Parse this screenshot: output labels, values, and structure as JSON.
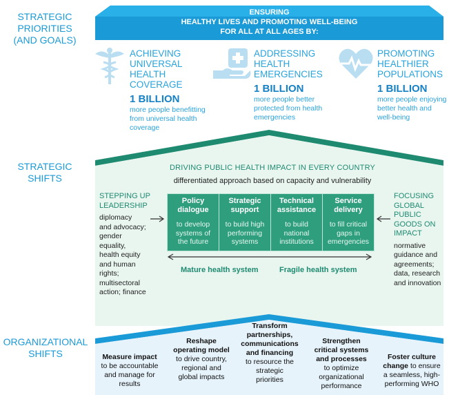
{
  "labels": {
    "priorities": [
      "STRATEGIC",
      "PRIORITIES",
      "(AND GOALS)"
    ],
    "shifts": [
      "STRATEGIC",
      "SHIFTS"
    ],
    "organizational": [
      "ORGANIZATIONAL",
      "SHIFTS"
    ]
  },
  "banner": {
    "line1": "ENSURING",
    "line2": "HEALTHY LIVES AND PROMOTING WELL-BEING",
    "line3": "FOR ALL AT ALL AGES BY:"
  },
  "priorities": [
    {
      "icon": "caduceus-icon",
      "title": [
        "ACHIEVING",
        "UNIVERSAL",
        "HEALTH",
        "COVERAGE"
      ],
      "big": "1 BILLION",
      "desc": [
        "more people benefitting",
        "from universal health",
        "coverage"
      ]
    },
    {
      "icon": "hand-medical-icon",
      "title": [
        "ADDRESSING",
        "HEALTH",
        "EMERGENCIES"
      ],
      "big": "1 BILLION",
      "desc": [
        "more people better",
        "protected from health",
        "emergencies"
      ]
    },
    {
      "icon": "heart-pulse-icon",
      "title": [
        "PROMOTING",
        "HEALTHIER",
        "POPULATIONS"
      ],
      "big": "1 BILLION",
      "desc": [
        "more people enjoying",
        "better health and",
        "well-being"
      ]
    }
  ],
  "strategic": {
    "heading": "DRIVING PUBLIC HEALTH IMPACT IN EVERY COUNTRY",
    "subheading": "differentiated approach based on capacity and vulnerability",
    "left": {
      "title": [
        "STEPPING UP",
        "LEADERSHIP"
      ],
      "desc": [
        "diplomacy",
        "and advocacy;",
        "gender",
        "equality,",
        "health equity",
        "and human",
        "rights;",
        "multisectoral",
        "action; finance"
      ]
    },
    "right": {
      "title": [
        "FOCUSING",
        "GLOBAL",
        "PUBLIC",
        "GOODS ON",
        "IMPACT"
      ],
      "desc": [
        "normative",
        "guidance and",
        "agreements;",
        "data, research",
        "and innovation"
      ]
    },
    "boxes": [
      {
        "title": [
          "Policy",
          "dialogue"
        ],
        "desc": [
          "to develop",
          "systems of",
          "the future"
        ]
      },
      {
        "title": [
          "Strategic",
          "support"
        ],
        "desc": [
          "to build high",
          "performing",
          "systems"
        ]
      },
      {
        "title": [
          "Technical",
          "assistance"
        ],
        "desc": [
          "to build",
          "national",
          "institutions"
        ]
      },
      {
        "title": [
          "Service",
          "delivery"
        ],
        "desc": [
          "to fill critical",
          "gaps in",
          "emergencies"
        ]
      }
    ],
    "axis_left": "Mature health system",
    "axis_right": "Fragile health system"
  },
  "organizational": [
    {
      "bold": [
        "Measure impact"
      ],
      "rest": [
        "to be accountable",
        "and manage for",
        "results"
      ]
    },
    {
      "bold": [
        "Reshape",
        "operating model"
      ],
      "rest": [
        "to drive country,",
        "regional and",
        "global impacts"
      ]
    },
    {
      "bold": [
        "Transform",
        "partnerships,",
        "communications",
        "and financing"
      ],
      "rest": [
        "to resource the",
        "strategic",
        "priorities"
      ]
    },
    {
      "bold": [
        "Strengthen",
        "critical systems",
        "and processes"
      ],
      "rest": [
        "to optimize",
        "organizational",
        "performance"
      ]
    },
    {
      "bold": [
        "Foster culture",
        "change"
      ],
      "rest": [
        "to ensure",
        "a seamless, high-",
        "performing WHO"
      ]
    }
  ],
  "colors": {
    "blue": "#1a9ad6",
    "dark_blue": "#1581c4",
    "teal": "#1e8a70",
    "teal_box": "#2e9e7c",
    "mint_bg": "#e9f5ef",
    "light_blue_bg": "#e6f3fb"
  }
}
